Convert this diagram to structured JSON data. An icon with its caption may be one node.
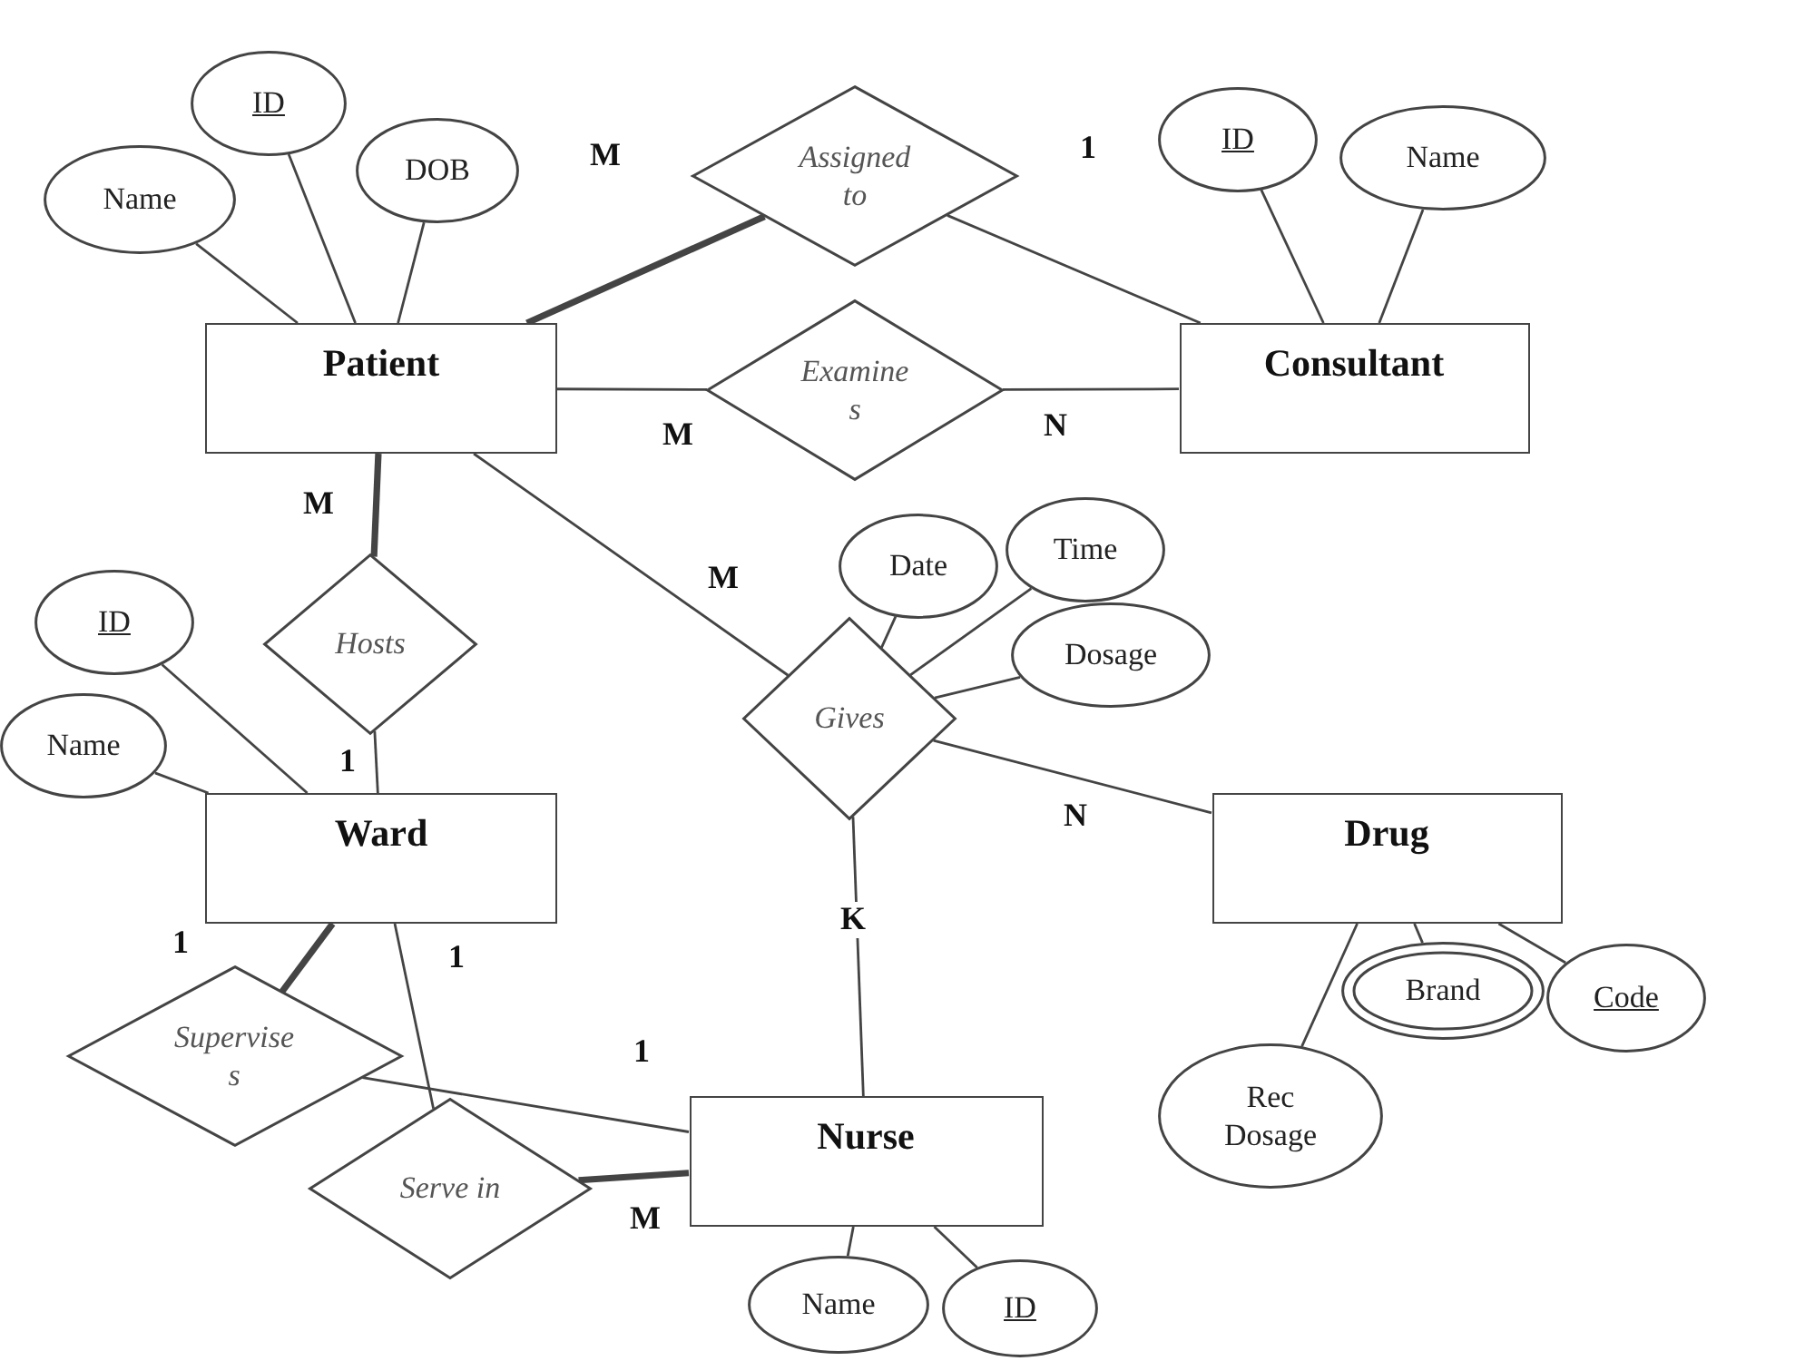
{
  "diagram": {
    "nodes": [
      {
        "text": [
          "Patient"
        ]
      },
      {
        "text": [
          "ID"
        ]
      },
      {
        "text": [
          "Name"
        ]
      },
      {
        "text": [
          "DOB"
        ]
      },
      {
        "text": [
          "Assigned to"
        ]
      },
      {
        "text": [
          "Examine s"
        ]
      },
      {
        "text": [
          "Consultant"
        ]
      },
      {
        "text": [
          "ID"
        ]
      },
      {
        "text": [
          "Name"
        ]
      },
      {
        "text": [
          "Hosts"
        ]
      },
      {
        "text": [
          "Ward"
        ]
      },
      {
        "text": [
          "ID"
        ]
      },
      {
        "text": [
          "Name"
        ]
      },
      {
        "text": [
          "Gives"
        ]
      },
      {
        "text": [
          "Date"
        ]
      },
      {
        "text": [
          "Time"
        ]
      },
      {
        "text": [
          "Dosage"
        ]
      },
      {
        "text": [
          "Drug"
        ]
      },
      {
        "text": [
          "Supervise s"
        ]
      },
      {
        "text": [
          "Serve in"
        ]
      },
      {
        "text": [
          "Nurse"
        ]
      },
      {
        "text": [
          "Name"
        ]
      },
      {
        "text": [
          "ID"
        ]
      },
      {
        "text": [
          "Rec Dosage"
        ]
      },
      {
        "text": [
          "Brand"
        ]
      },
      {
        "text": [
          "Code"
        ]
      }
    ],
    "edges": [
      {
        "from": 0,
        "to": 1,
        "arrow": "none"
      },
      {
        "from": 0,
        "to": 2,
        "arrow": "none"
      },
      {
        "from": 0,
        "to": 3,
        "arrow": "none"
      },
      {
        "from": 0,
        "to": 4,
        "arrow": "none",
        "label": "M",
        "style": "thick"
      },
      {
        "from": 4,
        "to": 6,
        "arrow": "none",
        "label": "1"
      },
      {
        "from": 0,
        "to": 5,
        "arrow": "none",
        "label": "M"
      },
      {
        "from": 5,
        "to": 6,
        "arrow": "none",
        "label": "N"
      },
      {
        "from": 6,
        "to": 7,
        "arrow": "none"
      },
      {
        "from": 6,
        "to": 8,
        "arrow": "none"
      },
      {
        "from": 0,
        "to": 9,
        "arrow": "none",
        "label": "M",
        "style": "thick"
      },
      {
        "from": 9,
        "to": 10,
        "arrow": "none",
        "label": "1"
      },
      {
        "from": 10,
        "to": 11,
        "arrow": "none"
      },
      {
        "from": 10,
        "to": 12,
        "arrow": "none"
      },
      {
        "from": 0,
        "to": 13,
        "arrow": "none",
        "label": "M"
      },
      {
        "from": 13,
        "to": 14,
        "arrow": "none"
      },
      {
        "from": 13,
        "to": 15,
        "arrow": "none"
      },
      {
        "from": 13,
        "to": 16,
        "arrow": "none"
      },
      {
        "from": 13,
        "to": 17,
        "arrow": "none",
        "label": "N"
      },
      {
        "from": 13,
        "to": 20,
        "arrow": "none",
        "label": "K"
      },
      {
        "from": 10,
        "to": 18,
        "arrow": "none",
        "label": "1",
        "style": "thick"
      },
      {
        "from": 18,
        "to": 20,
        "arrow": "none",
        "label": "1"
      },
      {
        "from": 10,
        "to": 19,
        "arrow": "none",
        "label": "1"
      },
      {
        "from": 19,
        "to": 20,
        "arrow": "none",
        "label": "M",
        "style": "thick"
      },
      {
        "from": 20,
        "to": 21,
        "arrow": "none"
      },
      {
        "from": 20,
        "to": 22,
        "arrow": "none"
      },
      {
        "from": 17,
        "to": 23,
        "arrow": "none"
      },
      {
        "from": 17,
        "to": 24,
        "arrow": "none"
      },
      {
        "from": 17,
        "to": 25,
        "arrow": "none"
      }
    ]
  }
}
